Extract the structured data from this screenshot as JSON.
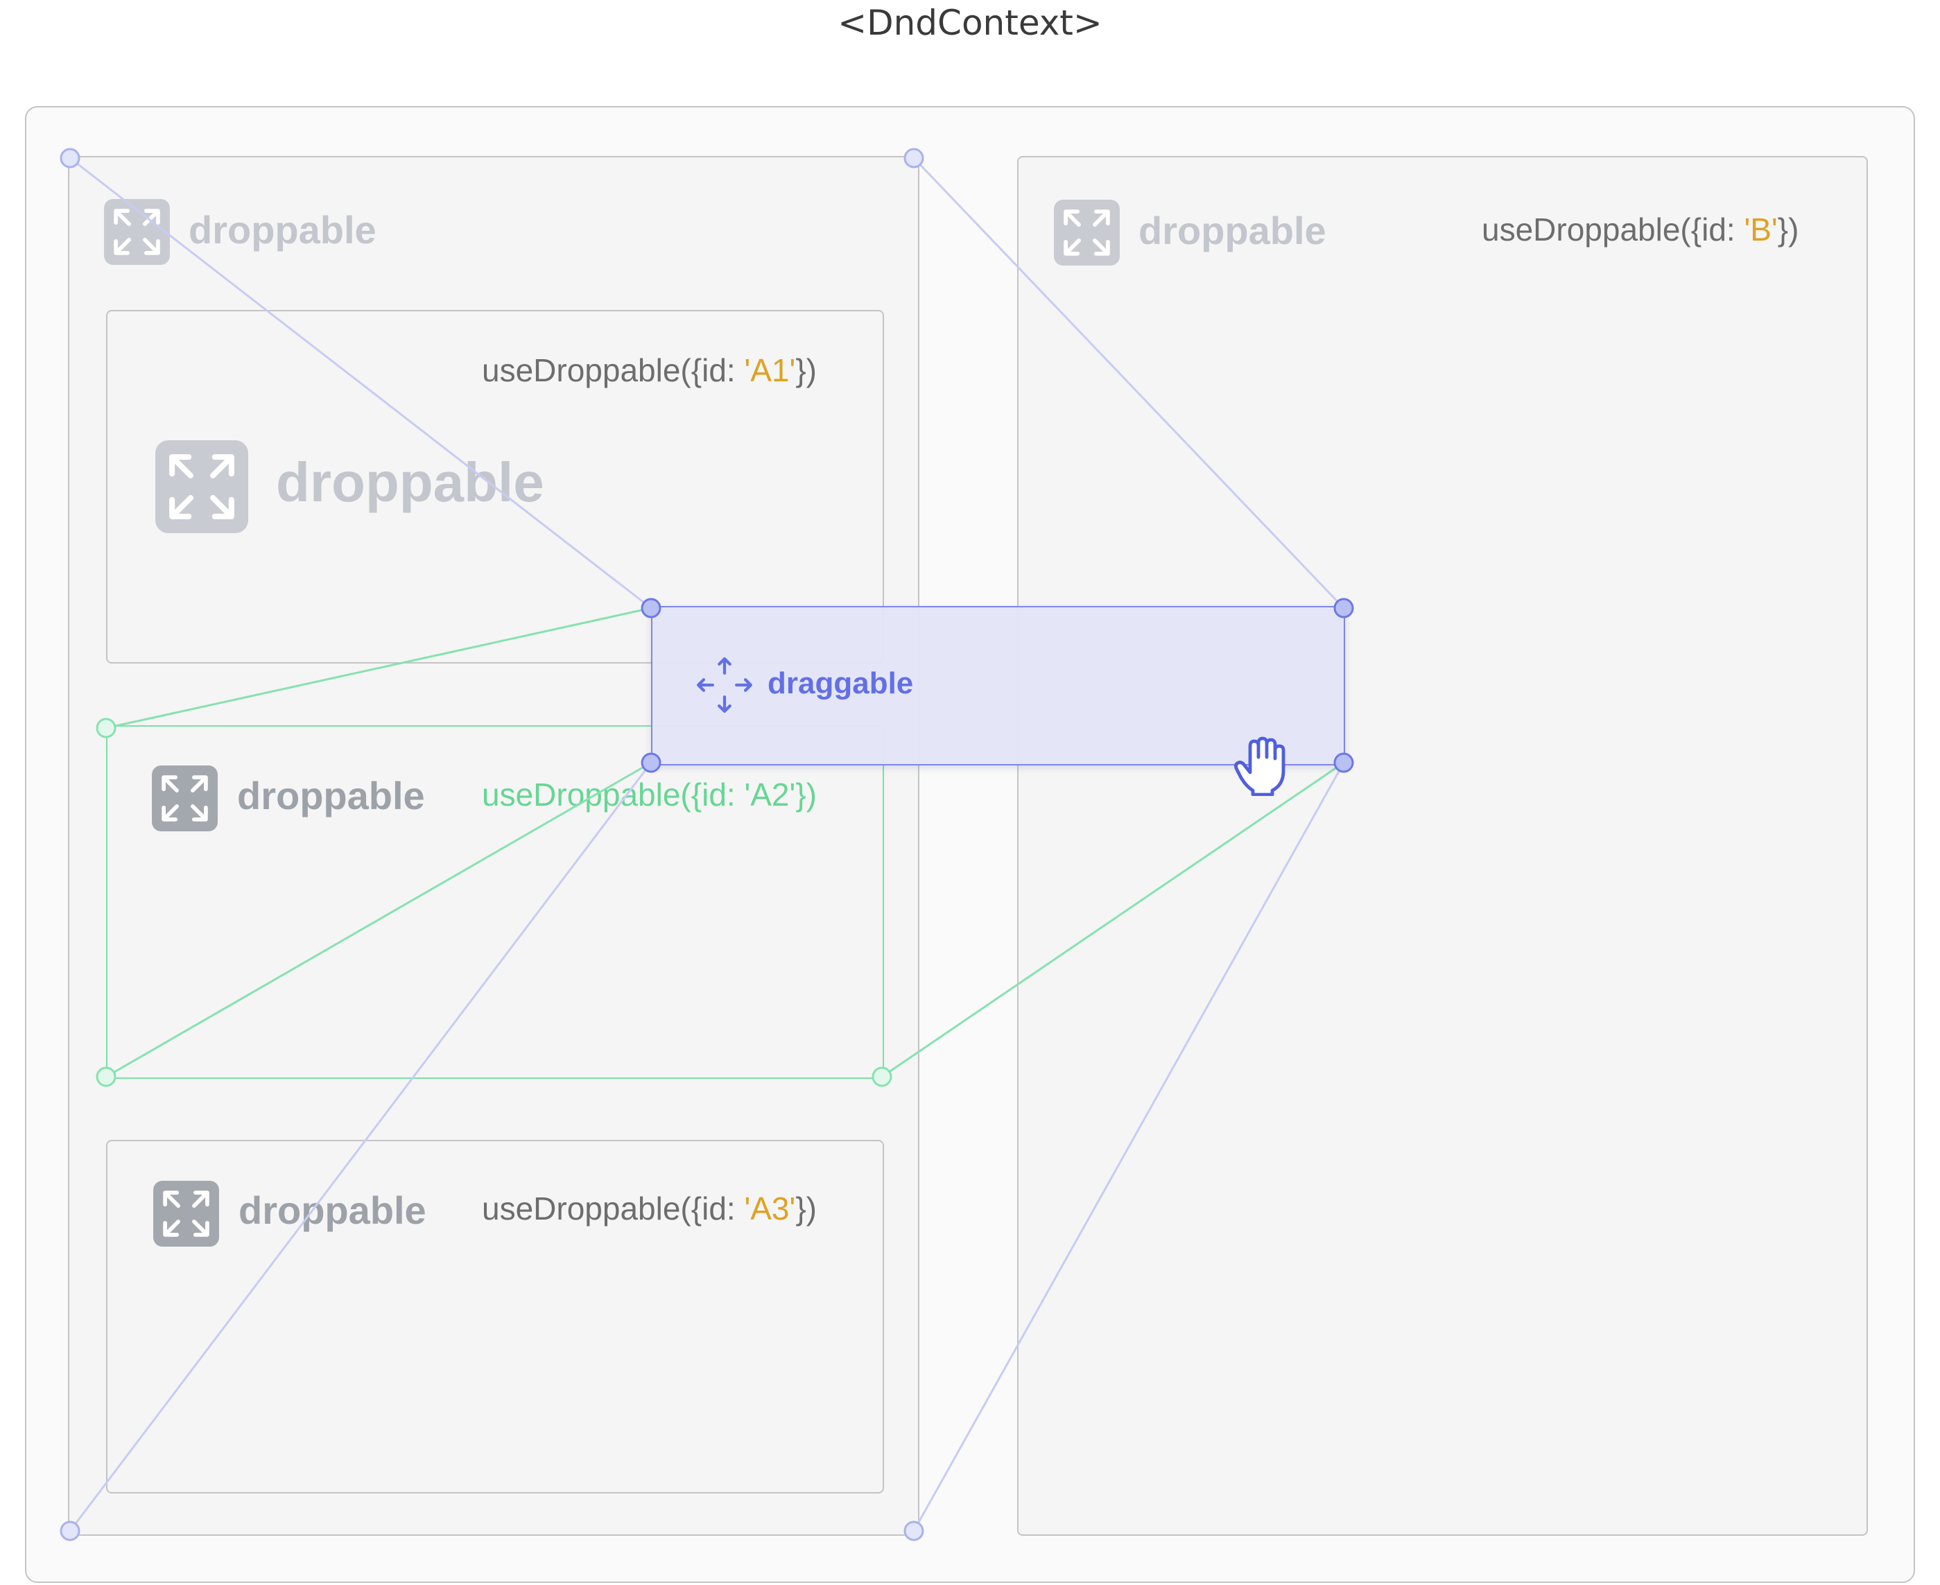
{
  "title": "<DndContext>",
  "droppable_label": "droppable",
  "draggable_label": "draggable",
  "droppables": [
    {
      "name": "A1",
      "code_prefix": "useDroppable({id: ",
      "id": "'A1'",
      "code_suffix": "})"
    },
    {
      "name": "A2",
      "code_prefix": "useDroppable({id: ",
      "id": "'A2'",
      "code_suffix": "})",
      "state": "over"
    },
    {
      "name": "A3",
      "code_prefix": "useDroppable({id: ",
      "id": "'A3'",
      "code_suffix": "})"
    },
    {
      "name": "B",
      "code_prefix": "useDroppable({id: ",
      "id": "'B'",
      "code_suffix": "})"
    }
  ],
  "icons": {
    "droppable": "expand-arrows-icon",
    "draggable": "move-arrows-icon",
    "cursor": "grab-hand-icon"
  },
  "colors": {
    "droppable_line": "#c8ccf2",
    "over_line": "#86e2b0",
    "draggable_accent": "#6370e4",
    "id_string": "#dea224",
    "over_text": "#66d694"
  }
}
